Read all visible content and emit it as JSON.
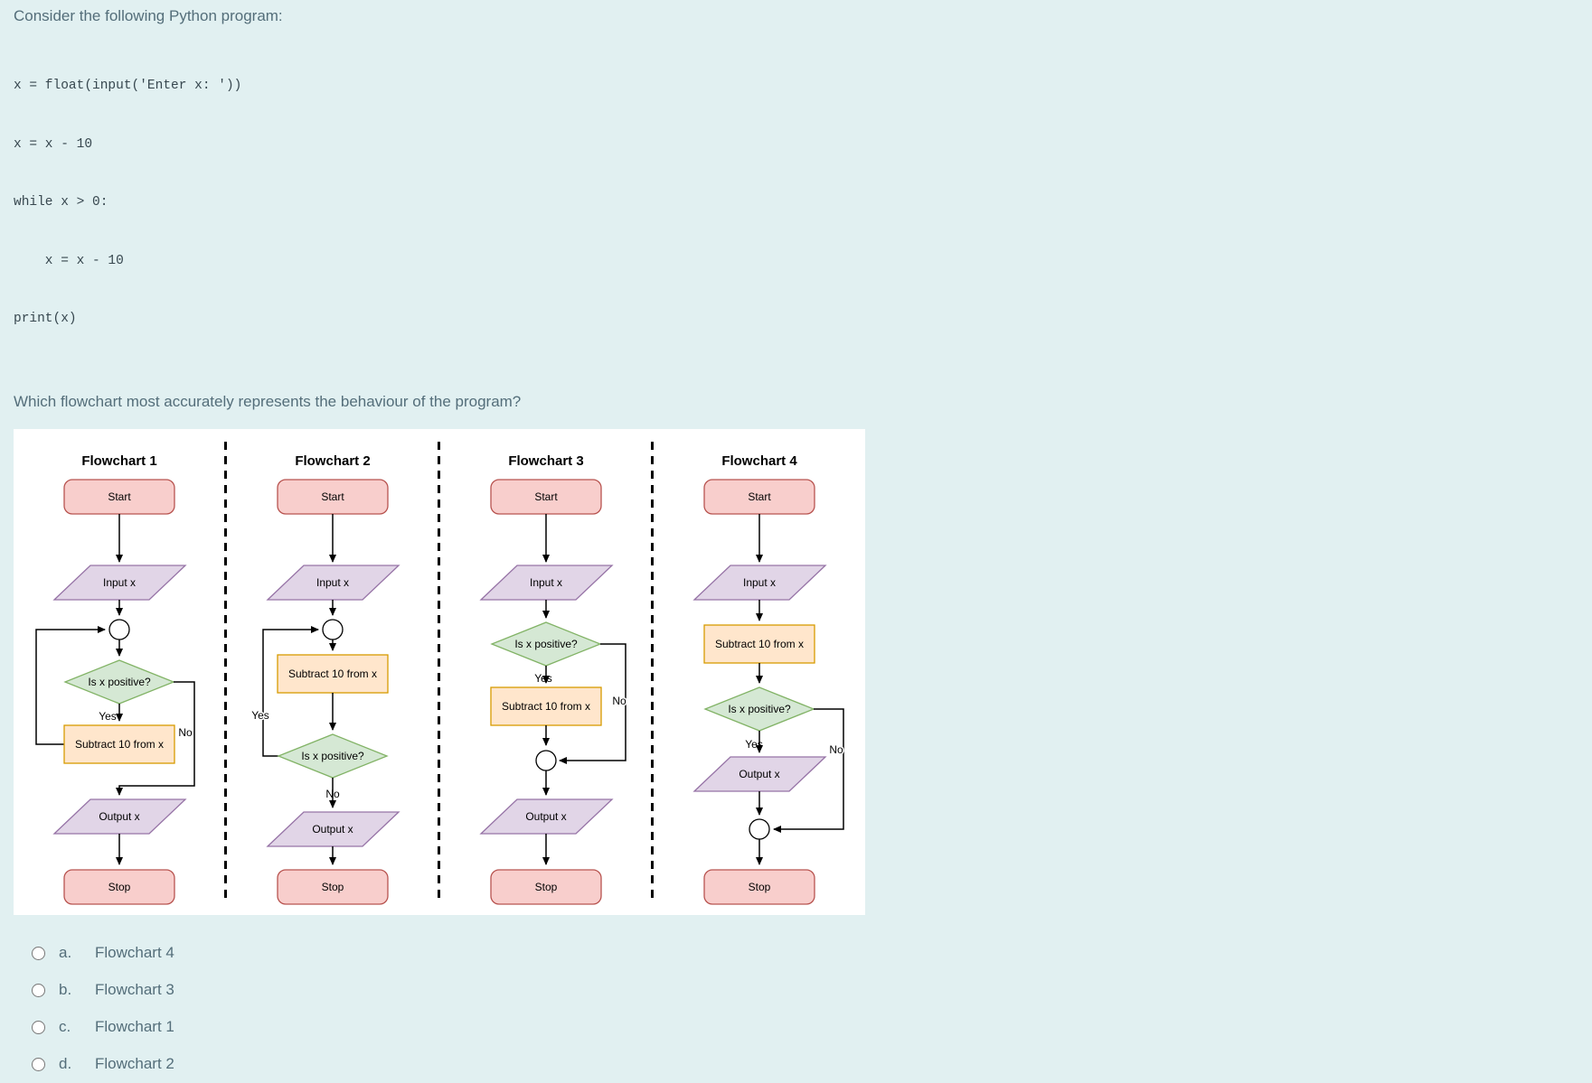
{
  "page": {
    "intro": "Consider the following Python program:",
    "code_lines": [
      "x = float(input('Enter x: '))",
      "x = x - 10",
      "while x > 0:",
      "    x = x - 10",
      "print(x)"
    ],
    "question": "Which flowchart most accurately represents the behaviour of the program?"
  },
  "labels": {
    "start": "Start",
    "stop": "Stop",
    "input": "Input x",
    "output": "Output x",
    "subtract": "Subtract 10 from x",
    "decision": "Is x positive?",
    "yes": "Yes",
    "no": "No"
  },
  "flowcharts": [
    {
      "title": "Flowchart 1"
    },
    {
      "title": "Flowchart 2"
    },
    {
      "title": "Flowchart 3"
    },
    {
      "title": "Flowchart 4"
    }
  ],
  "options": [
    {
      "key": "a.",
      "label": "Flowchart 4"
    },
    {
      "key": "b.",
      "label": "Flowchart 3"
    },
    {
      "key": "c.",
      "label": "Flowchart 1"
    },
    {
      "key": "d.",
      "label": "Flowchart 2"
    }
  ],
  "colors": {
    "page_background": "#e1f0f1",
    "panel_background": "#ffffff",
    "terminator_fill": "#f8cecc",
    "terminator_border": "#b85450",
    "io_fill": "#e1d5e7",
    "io_border": "#9673a6",
    "process_fill": "#ffe6cc",
    "process_border": "#d79b00",
    "decision_fill": "#d5e8d4",
    "decision_border": "#82b366",
    "text_muted": "#546e7a",
    "code_text": "#37474f"
  }
}
